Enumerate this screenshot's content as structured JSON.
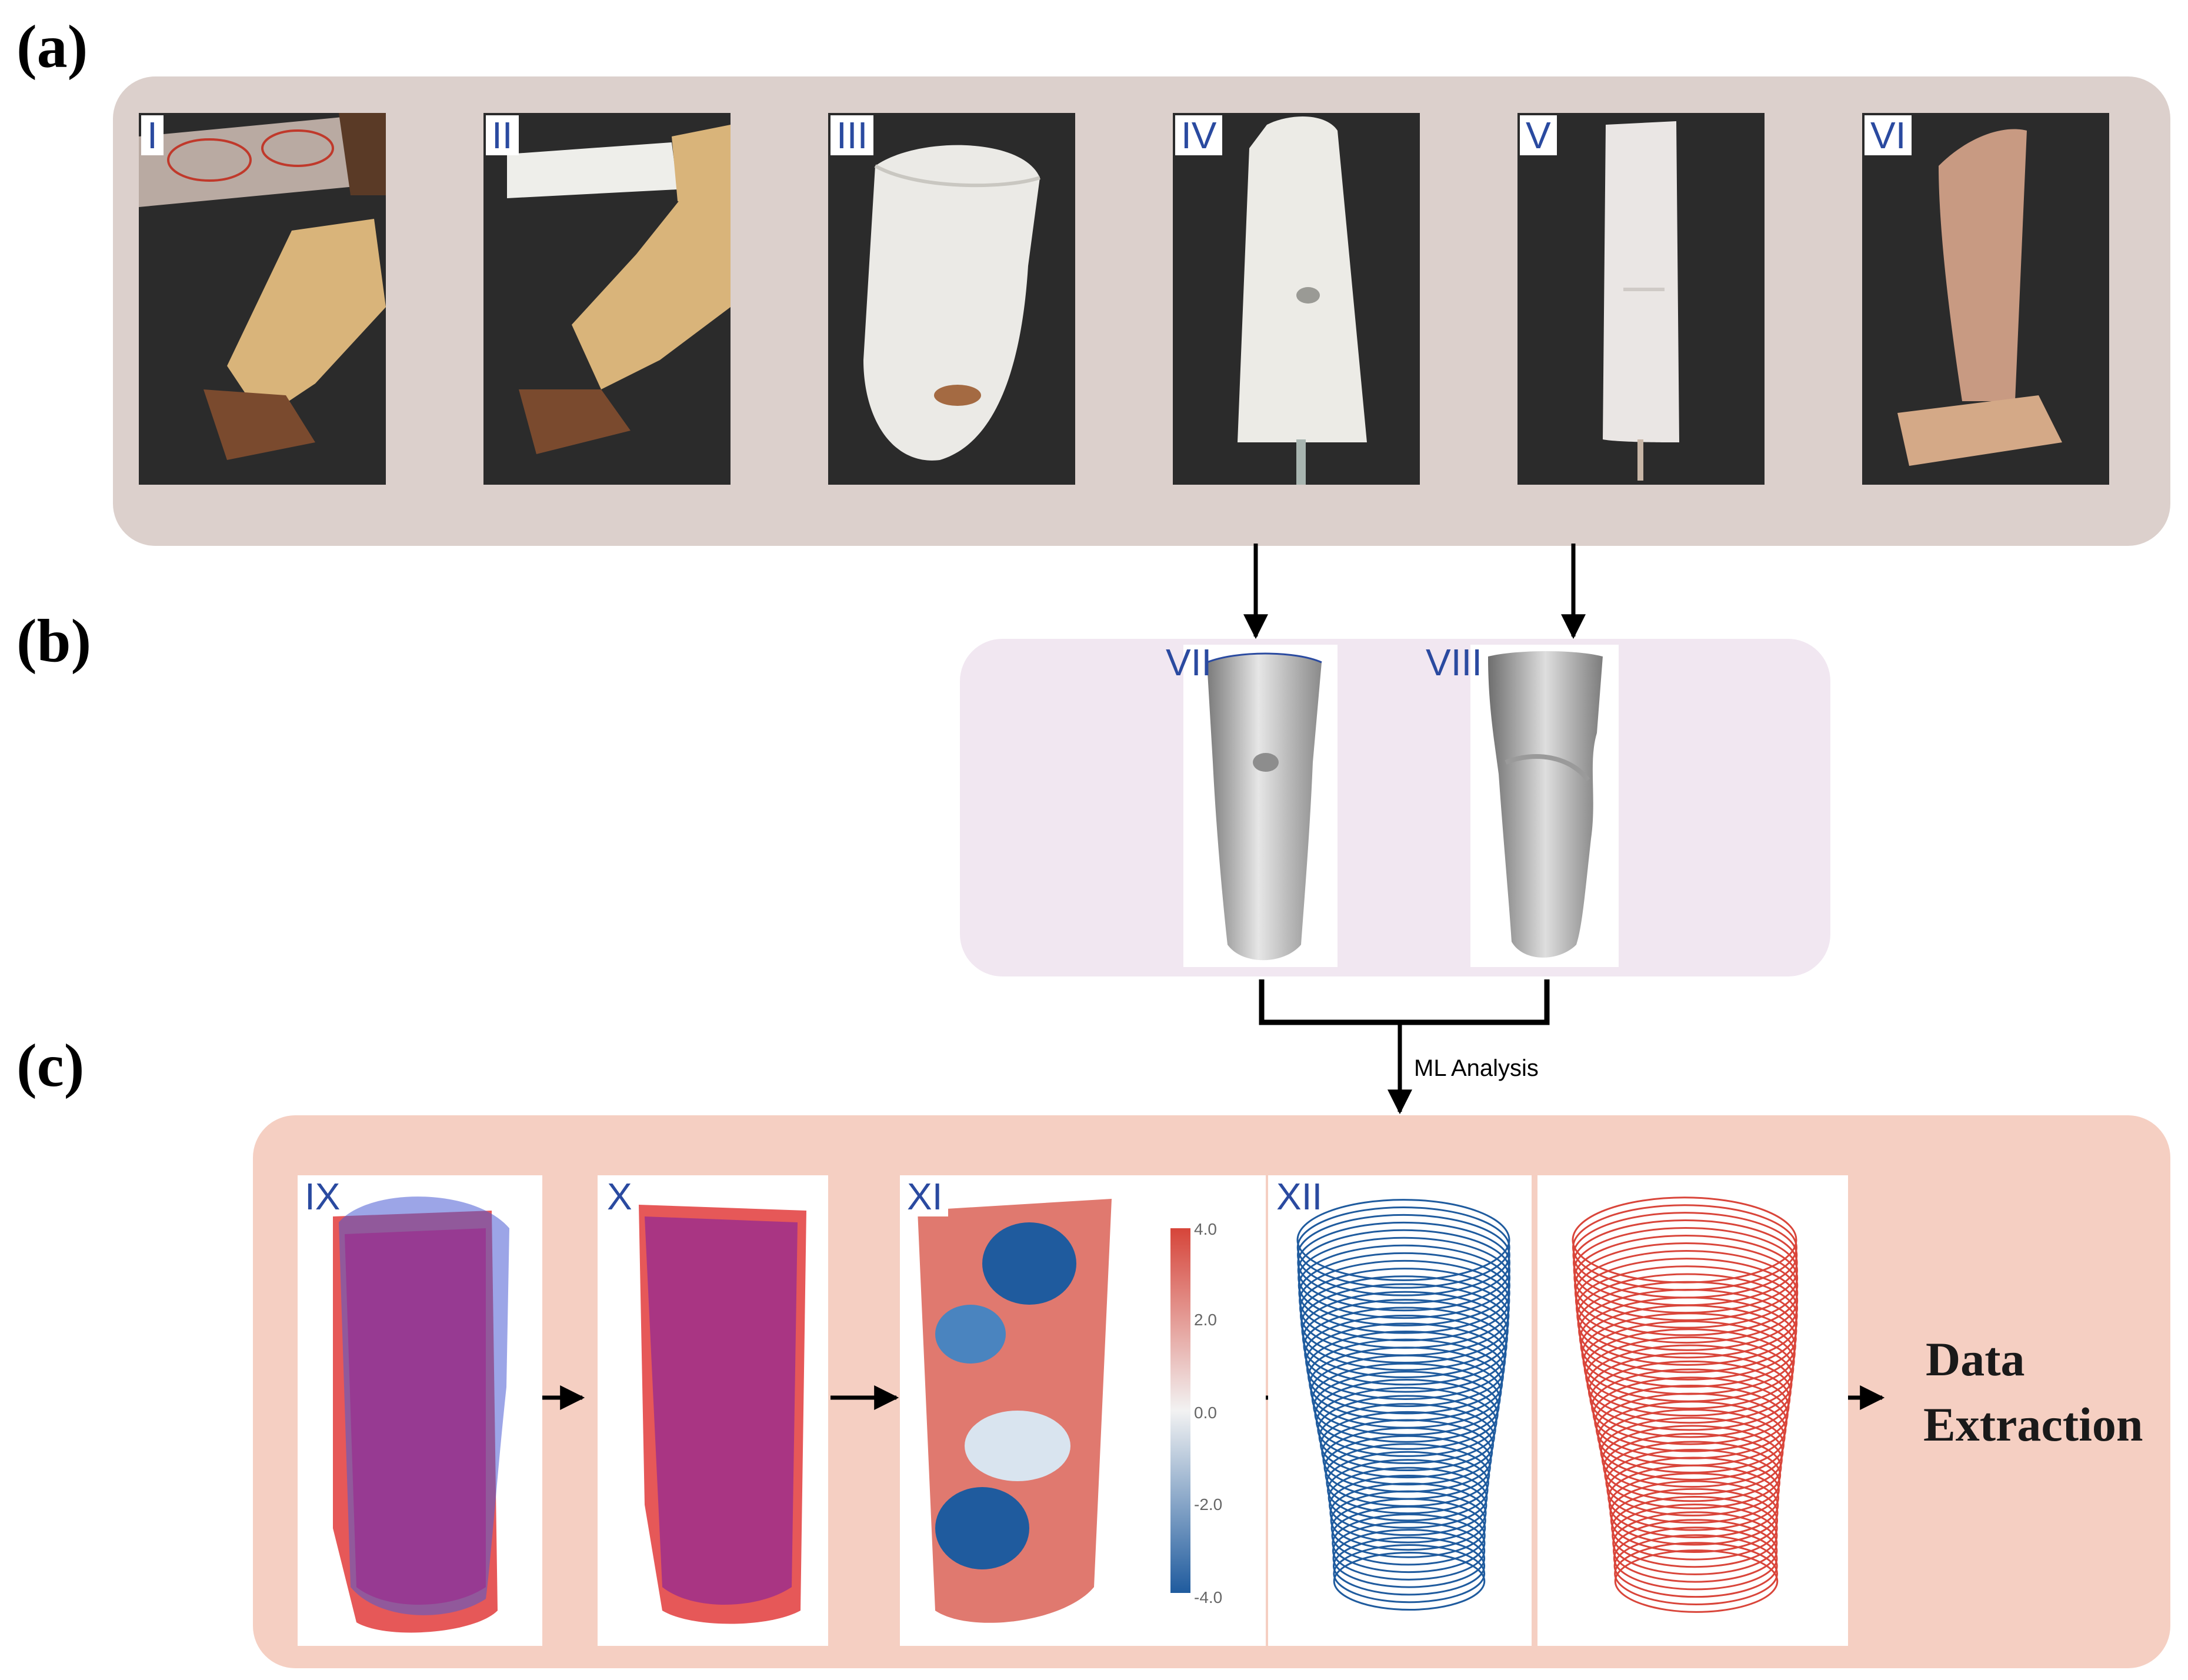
{
  "sections": {
    "a": {
      "label": "(a)"
    },
    "b": {
      "label": "(b)"
    },
    "c": {
      "label": "(c)"
    }
  },
  "stages": {
    "I": "I",
    "II": "II",
    "III": "III",
    "IV": "IV",
    "V": "V",
    "VI": "VI",
    "VII": "VII",
    "VIII": "VIII",
    "IX": "IX",
    "X": "X",
    "XI": "XI",
    "XII": "XII"
  },
  "ml_analysis_label": "ML Analysis",
  "data_extraction": {
    "line1": "Data",
    "line2": "Extraction"
  },
  "colorbar": {
    "ticks": [
      "4.0",
      "2.0",
      "0.0",
      "-2.0",
      "-4.0"
    ]
  },
  "colors": {
    "panel_a": "#dcd0cc",
    "panel_b": "#f1e7f1",
    "panel_c": "#f5cfc2",
    "photo_bg": "#2b2b2b",
    "label_blue": "#2a4aa0",
    "overlay_red": "#e23b3b",
    "overlay_blue": "#4b5bd4",
    "contour_blue": "#1f5b9e",
    "contour_red": "#d9453a"
  }
}
